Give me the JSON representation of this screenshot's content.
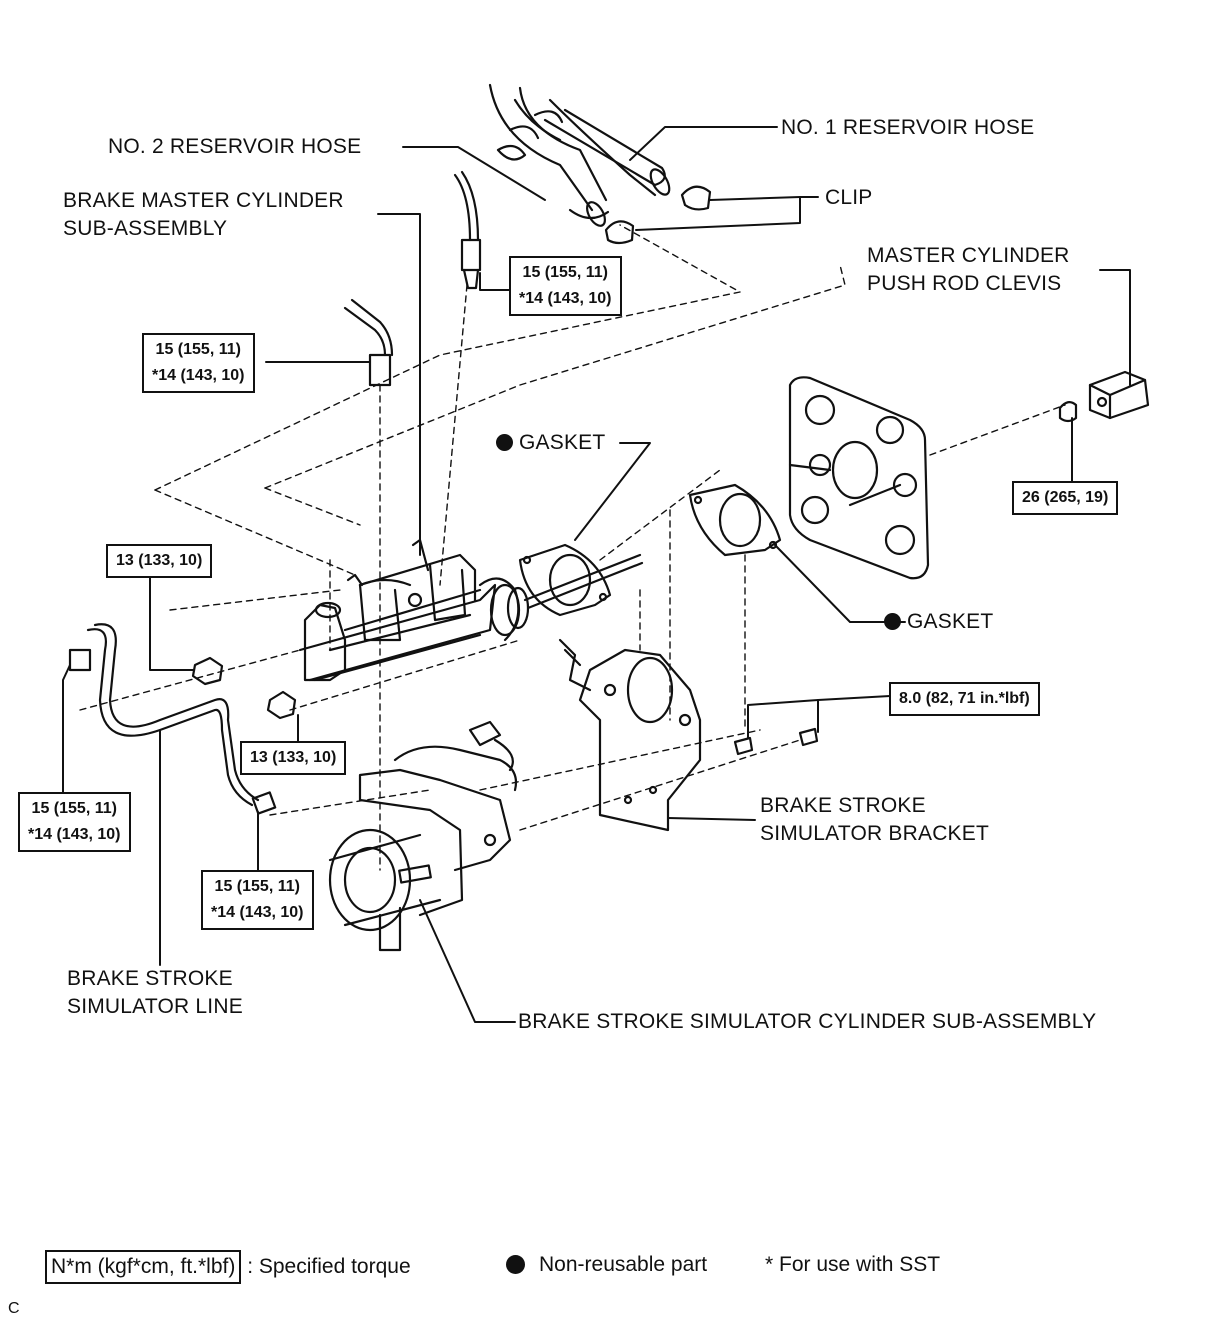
{
  "labels": {
    "no2_reservoir_hose": "NO. 2 RESERVOIR HOSE",
    "no1_reservoir_hose": "NO. 1 RESERVOIR HOSE",
    "clip": "CLIP",
    "master_cylinder_line1": "BRAKE MASTER CYLINDER",
    "master_cylinder_line2": "SUB-ASSEMBLY",
    "push_rod_clevis_line1": "MASTER CYLINDER",
    "push_rod_clevis_line2": "PUSH ROD CLEVIS",
    "gasket_upper": "GASKET",
    "gasket_lower": "GASKET",
    "simulator_bracket_line1": "BRAKE STROKE",
    "simulator_bracket_line2": "SIMULATOR BRACKET",
    "simulator_line_line1": "BRAKE STROKE",
    "simulator_line_line2": "SIMULATOR LINE",
    "simulator_cylinder": "BRAKE STROKE SIMULATOR CYLINDER SUB-ASSEMBLY"
  },
  "torque": {
    "top_line_1": "15 (155, 11)",
    "top_line_2": "*14 (143, 10)",
    "left_upper_1": "15 (155, 11)",
    "left_upper_2": "*14 (143, 10)",
    "nut_upper": "13 (133, 10)",
    "nut_lower": "13 (133, 10)",
    "clevis_nut": "26 (265, 19)",
    "bracket_bolts": "8.0 (82, 71 in.*lbf)",
    "left_lower_1": "15 (155, 11)",
    "left_lower_2": "*14 (143, 10)",
    "center_lower_1": "15 (155, 11)",
    "center_lower_2": "*14 (143, 10)"
  },
  "legend": {
    "torque_units": "N*m (kgf*cm, ft.*lbf)",
    "torque_desc": ": Specified torque",
    "non_reusable": "Non-reusable part",
    "sst": "* For use with SST"
  },
  "corner_code": "C"
}
